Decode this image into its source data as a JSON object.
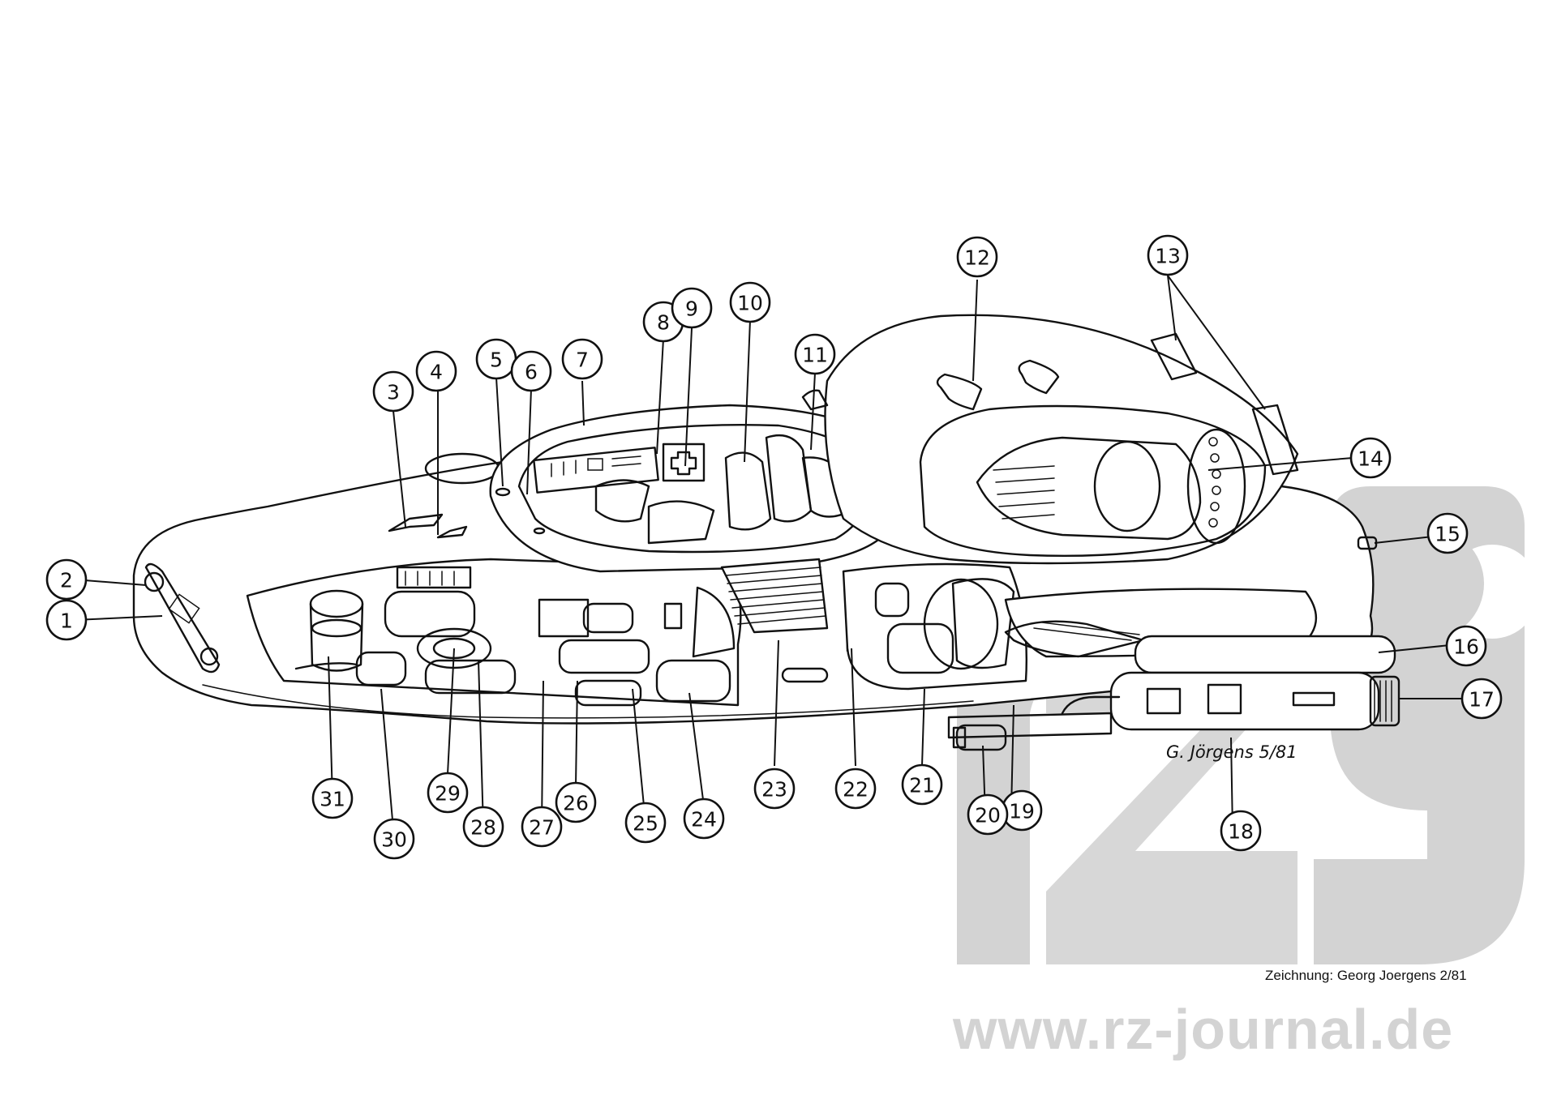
{
  "figure": {
    "signature": "G. Jörgens   5/81",
    "credit": "Zeichnung: Georg Joergens 2/81",
    "website": "www.rz-journal.de",
    "watermark_logo": "rz"
  },
  "callouts": [
    "1",
    "2",
    "3",
    "4",
    "5",
    "6",
    "7",
    "8",
    "9",
    "10",
    "11",
    "12",
    "13",
    "14",
    "15",
    "16",
    "17",
    "18",
    "19",
    "20",
    "21",
    "22",
    "23",
    "24",
    "25",
    "26",
    "27",
    "28",
    "29",
    "30",
    "31"
  ],
  "colors": {
    "ink": "#111111",
    "background": "#ffffff",
    "watermark": "#d3d3d3"
  }
}
